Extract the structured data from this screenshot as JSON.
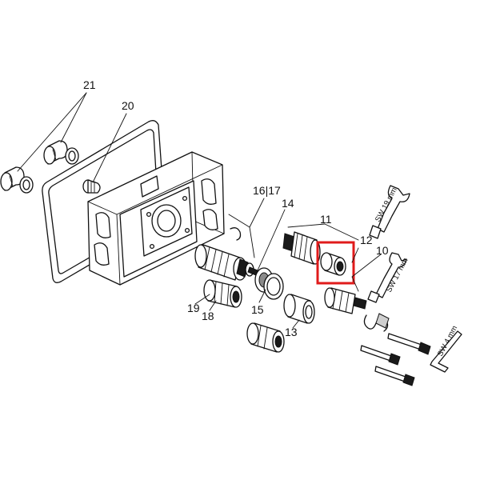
{
  "callouts": {
    "c21": "21",
    "c20": "20",
    "c16_17": "16|17",
    "c14": "14",
    "c11": "11",
    "c12": "12",
    "c10": "10",
    "c19": "19",
    "c18": "18",
    "c15": "15",
    "c13": "13"
  },
  "tools": {
    "wrench_19": "SW 19 mm",
    "wrench_17": "SW 17 mm",
    "hex_key_4": "SW 4 mm"
  },
  "highlight": {
    "color": "#e01b1b",
    "part": "12"
  }
}
